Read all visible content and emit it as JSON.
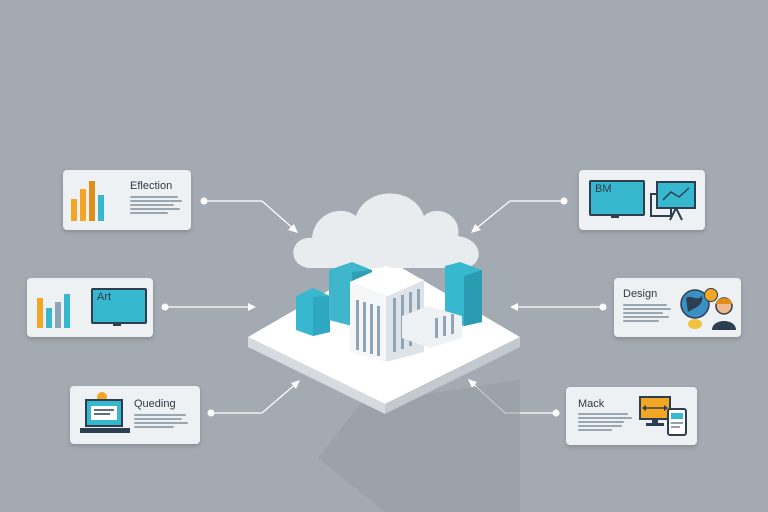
{
  "cards": {
    "election": {
      "title": "Eflection"
    },
    "bm": {
      "label": "BM"
    },
    "design": {
      "title": "Design"
    },
    "art": {
      "label": "Art"
    },
    "queding": {
      "title": "Queding"
    },
    "mack": {
      "title": "Mack"
    }
  },
  "icons": [
    "bar-chart-icon",
    "desktop-monitor-icon",
    "presentation-board-icon",
    "globe-icon",
    "lightbulb-icon",
    "person-avatar-icon",
    "laptop-icon",
    "tablet-icon",
    "cloud-icon",
    "building-icon"
  ],
  "colors": {
    "background": "#a4aab1",
    "teal": "#38b8cf",
    "orange": "#e8a020",
    "card": "#eef1f3",
    "navy": "#2c3e50"
  }
}
